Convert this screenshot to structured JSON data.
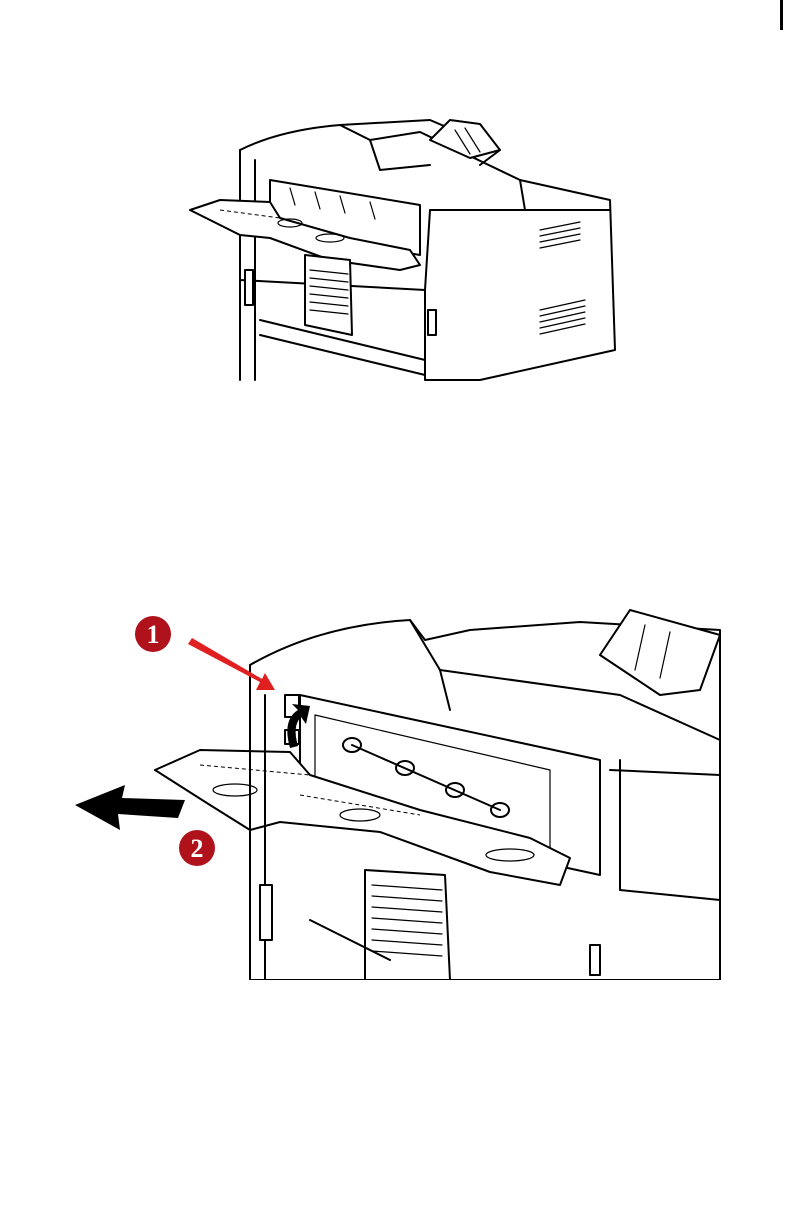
{
  "figures": [
    {
      "id": "printer-rear-view",
      "description_labels": []
    },
    {
      "id": "rear-tray-open-steps",
      "callouts": [
        {
          "number": "1",
          "target": "rear-tray-latch"
        },
        {
          "number": "2",
          "target": "pull-out-direction"
        }
      ],
      "colors": {
        "callout_fill": "#b0121b",
        "pointer_arrow": "#e02020",
        "motion_arrow": "#000000"
      }
    }
  ]
}
